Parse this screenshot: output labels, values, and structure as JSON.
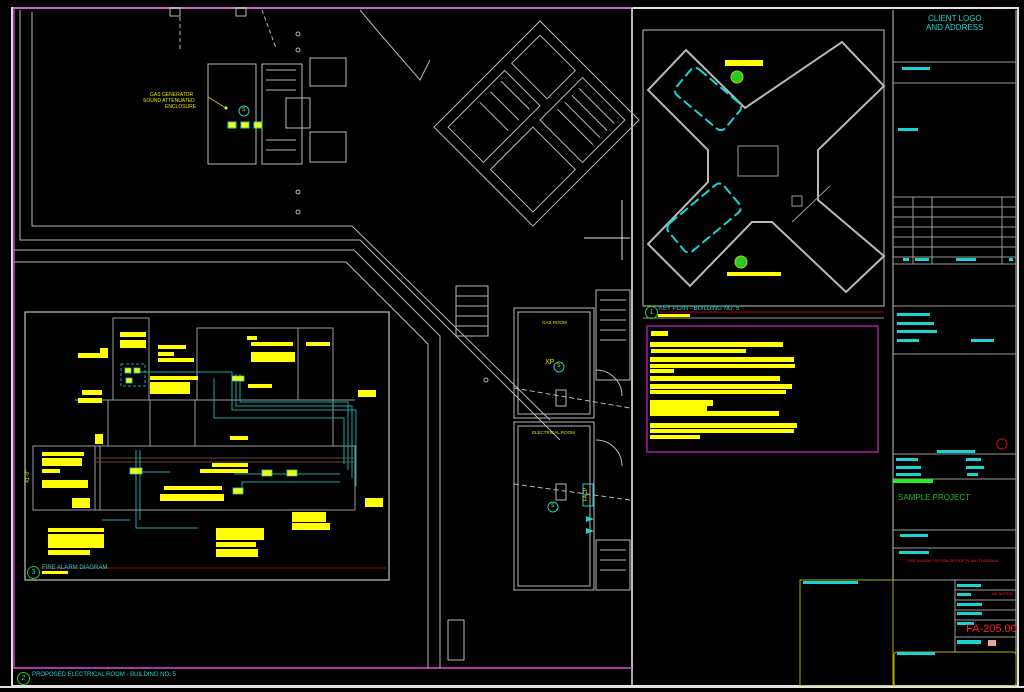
{
  "title_block": {
    "client": {
      "line1": "CLIENT LOGO",
      "line2": "AND ADDRESS"
    },
    "project_name": "SAMPLE PROJECT",
    "sheet_title_redacted": "FIRE ALARM SYSTEM DEVICE PLAN / DIAGRAM",
    "sheet_number": "FA-205.00",
    "revision_text": "AS NOTED"
  },
  "views": [
    {
      "number": "1",
      "title": "KEY PLAN - BUILDING NO. 5"
    },
    {
      "number": "2",
      "title": "PROPOSED ELECTRICAL ROOM - BUILDING NO. 5"
    },
    {
      "number": "3",
      "title": "FIRE ALARM DIAGRAM"
    }
  ],
  "plan_labels": {
    "generator": [
      "GAS GENERATOR",
      "SOUND ATTENUATED",
      "ENCLOSURE"
    ],
    "gas_room": "GAS ROOM",
    "electrical_room": "ELECTRICAL ROOM",
    "xp": "XP",
    "smoke_symbol": "S",
    "facp": "FACP",
    "dimension": "41'-9\""
  },
  "colors": {
    "sheet_border": "#c040c0",
    "notes_border": "#a020a0",
    "linework": "#c8c8c8",
    "cyan": "#19d3d3",
    "yellow": "#ffff00",
    "green": "#22cc22",
    "red": "#ff2020",
    "dark_red_rule": "#8b0000",
    "title_yellow": "#b0b000"
  }
}
